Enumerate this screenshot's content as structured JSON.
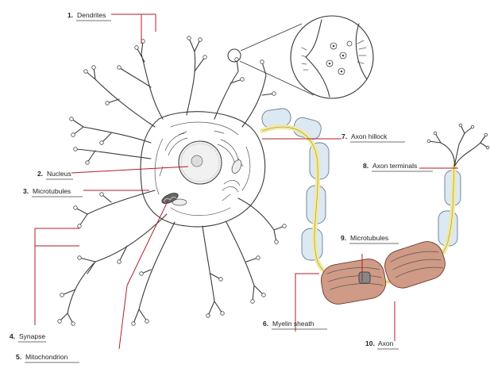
{
  "labels": [
    {
      "num": "1.",
      "text": "Dendrites"
    },
    {
      "num": "2.",
      "text": "Nucleus"
    },
    {
      "num": "3.",
      "text": "Microtubules"
    },
    {
      "num": "4.",
      "text": "Synapse"
    },
    {
      "num": "5.",
      "text": "Mitochondrion"
    },
    {
      "num": "6.",
      "text": "Myelin sheath"
    },
    {
      "num": "7.",
      "text": "Axon hillock"
    },
    {
      "num": "8.",
      "text": "Axon terminals"
    },
    {
      "num": "9.",
      "text": "Microtubules"
    },
    {
      "num": "10.",
      "text": "Axon"
    }
  ],
  "colors": {
    "leader": "#b01e2a",
    "outline": "#3a3a3a",
    "myelin_blue": "#dce8f2",
    "axon_yellow": "#f2eaa0",
    "myelin_brown": "#cf9a86"
  }
}
